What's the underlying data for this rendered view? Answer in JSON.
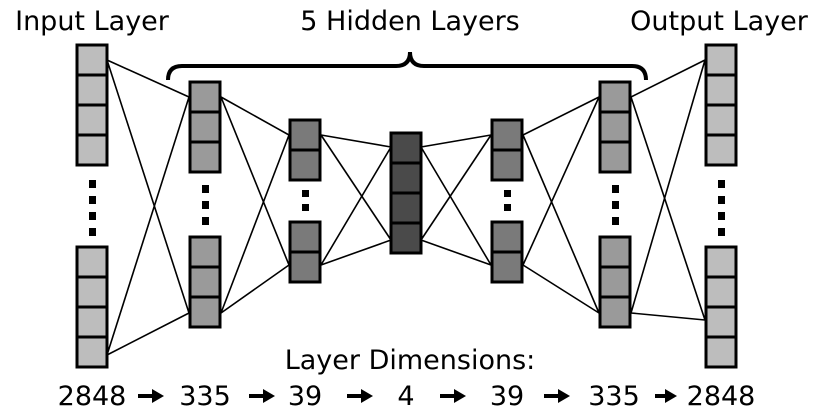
{
  "labels": {
    "input": "Input Layer",
    "hidden": "5 Hidden Layers",
    "output": "Output Layer",
    "dimensions_title": "Layer Dimensions:"
  },
  "dimensions": [
    "2848",
    "335",
    "39",
    "4",
    "39",
    "335",
    "2848"
  ],
  "layer_colors": {
    "outer": "#bdbdbd",
    "mid": "#9a9a9a",
    "inner": "#7a7a7a",
    "core": "#4a4a4a"
  }
}
